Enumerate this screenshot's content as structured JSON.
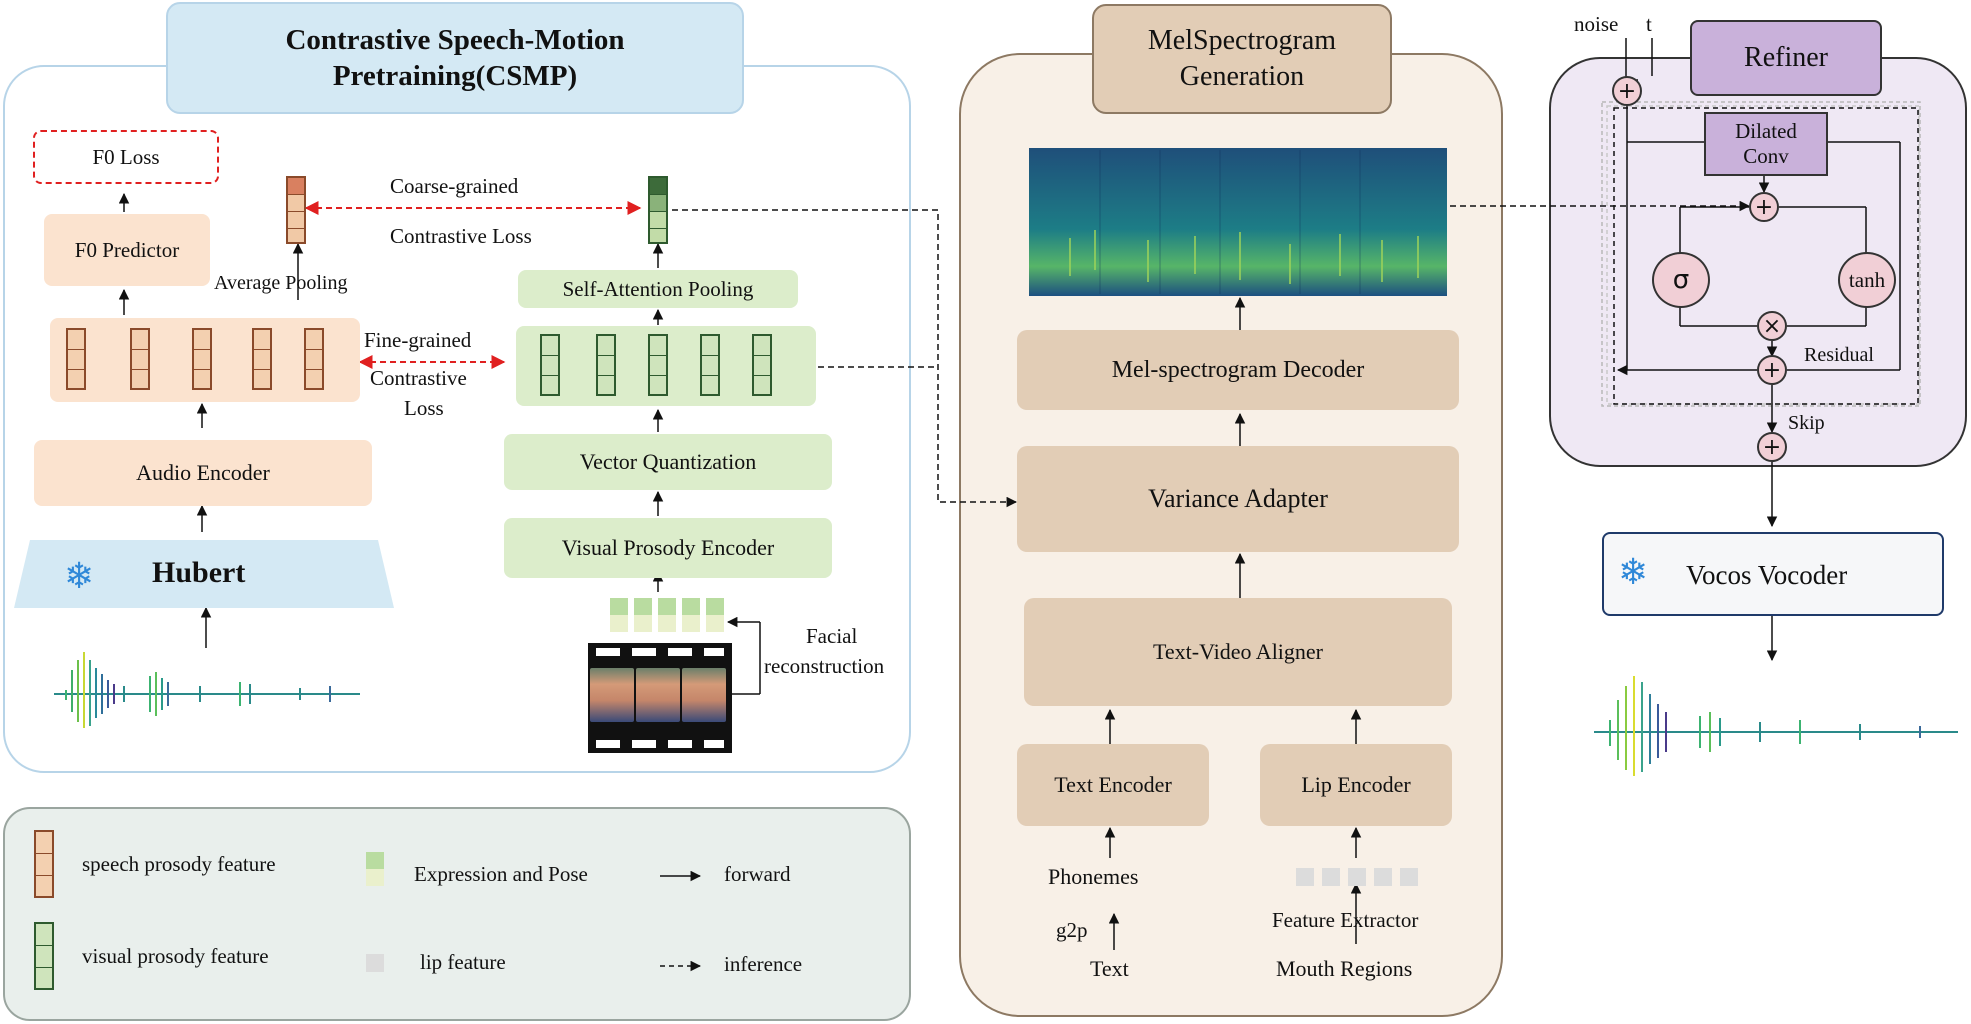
{
  "csmp": {
    "title_line1": "Contrastive Speech-Motion",
    "title_line2": "Pretraining(CSMP)",
    "f0_loss": "F0 Loss",
    "f0_predictor": "F0 Predictor",
    "average_pooling": "Average  Pooling",
    "coarse_grained": "Coarse-grained",
    "contrastive_loss": "Contrastive Loss",
    "fine_grained_1": "Fine-grained",
    "fine_grained_2": "Contrastive",
    "fine_grained_3": "Loss",
    "self_attention_pooling": "Self-Attention Pooling",
    "audio_encoder": "Audio Encoder",
    "vector_quantization": "Vector Quantization",
    "visual_prosody_encoder": "Visual Prosody Encoder",
    "hubert": "Hubert",
    "facial_1": "Facial",
    "facial_2": "reconstruction"
  },
  "mel": {
    "title_line1": "MelSpectrogram",
    "title_line2": "Generation",
    "decoder": "Mel-spectrogram Decoder",
    "variance_adapter": "Variance Adapter",
    "aligner": "Text-Video Aligner",
    "text_encoder": "Text Encoder",
    "lip_encoder": "Lip Encoder",
    "phonemes": "Phonemes",
    "g2p": "g2p",
    "text": "Text",
    "feature_extractor": "Feature  Extractor",
    "mouth_regions": "Mouth Regions"
  },
  "refiner": {
    "title": "Refiner",
    "noise": "noise",
    "t": "t",
    "dilated_1": "Dilated",
    "dilated_2": "Conv",
    "sigma": "σ",
    "tanh": "tanh",
    "times": "×",
    "plus": "+",
    "residual": "Residual",
    "skip": "Skip",
    "vocoder": "Vocos Vocoder"
  },
  "legend": {
    "speech": "speech prosody feature",
    "visual": "visual prosody feature",
    "expression": "Expression and Pose",
    "lip": "lip feature",
    "forward": "forward",
    "inference": "inference"
  },
  "colors": {
    "peach": "#fbe3cf",
    "green": "#dcedcb",
    "tan": "#e2cdb6",
    "purple": "#c9b1da",
    "blue_title": "#d4e9f4",
    "red_dash": "#e02020"
  }
}
